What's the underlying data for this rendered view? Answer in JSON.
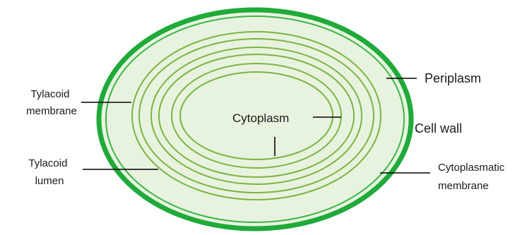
{
  "colors": {
    "cell_fill": "#e8f3df",
    "cell_wall": "#1faa3a",
    "membrane": "#3cb54a",
    "thylakoid": "#7cb342",
    "leader_line": "#000000",
    "text": "#1a1a1a"
  },
  "labels": {
    "tylacoid_membrane": [
      "Tylacoid",
      "membrane"
    ],
    "tylacoid_lumen": [
      "Tylacoid",
      "lumen"
    ],
    "cytoplasm": "Cytoplasm",
    "periplasm": "Periplasm",
    "cell_wall": "Cell wall",
    "cytoplasmatic_membrane": [
      "Cytoplasmatic",
      "membrane"
    ]
  }
}
